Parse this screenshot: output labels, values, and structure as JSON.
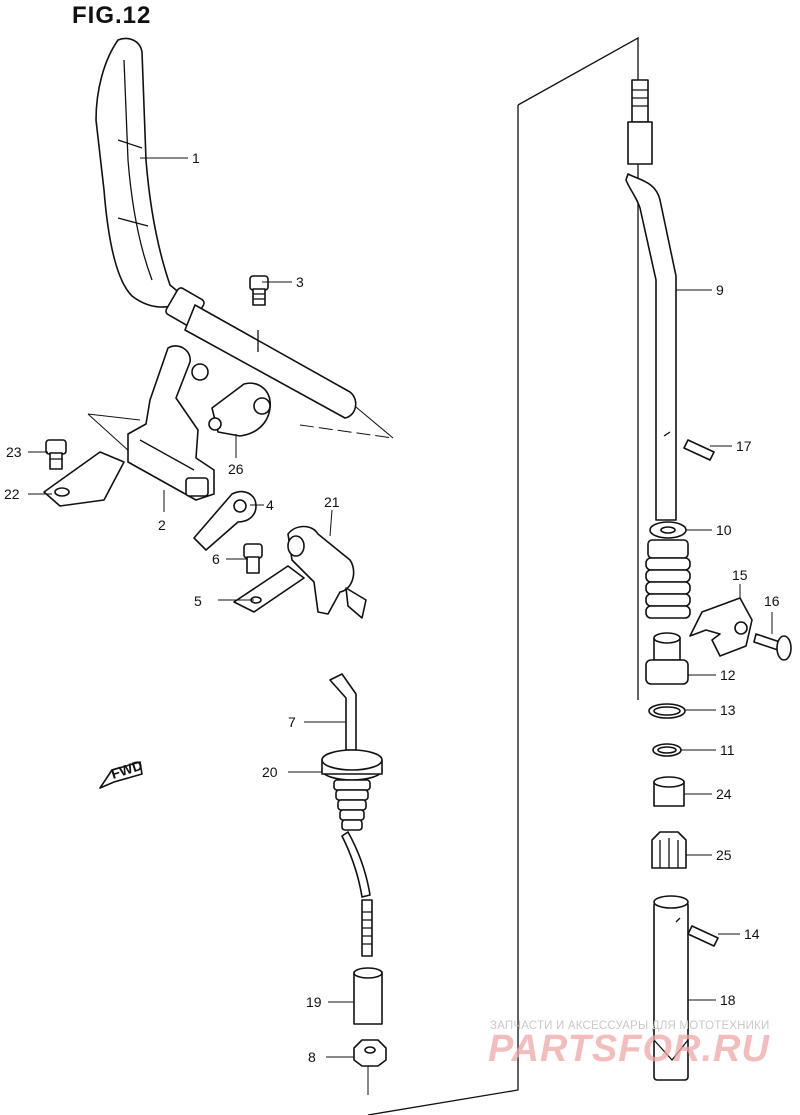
{
  "figure": {
    "title": "FIG.12"
  },
  "callouts": [
    {
      "id": "callout-1",
      "number": "1"
    },
    {
      "id": "callout-2",
      "number": "2"
    },
    {
      "id": "callout-3",
      "number": "3"
    },
    {
      "id": "callout-4",
      "number": "4"
    },
    {
      "id": "callout-5",
      "number": "5"
    },
    {
      "id": "callout-6",
      "number": "6"
    },
    {
      "id": "callout-7",
      "number": "7"
    },
    {
      "id": "callout-8",
      "number": "8"
    },
    {
      "id": "callout-9",
      "number": "9"
    },
    {
      "id": "callout-10",
      "number": "10"
    },
    {
      "id": "callout-11",
      "number": "11"
    },
    {
      "id": "callout-12",
      "number": "12"
    },
    {
      "id": "callout-13",
      "number": "13"
    },
    {
      "id": "callout-14",
      "number": "14"
    },
    {
      "id": "callout-15",
      "number": "15"
    },
    {
      "id": "callout-16",
      "number": "16"
    },
    {
      "id": "callout-17",
      "number": "17"
    },
    {
      "id": "callout-18",
      "number": "18"
    },
    {
      "id": "callout-19",
      "number": "19"
    },
    {
      "id": "callout-20",
      "number": "20"
    },
    {
      "id": "callout-21",
      "number": "21"
    },
    {
      "id": "callout-22",
      "number": "22"
    },
    {
      "id": "callout-23",
      "number": "23"
    },
    {
      "id": "callout-24",
      "number": "24"
    },
    {
      "id": "callout-25",
      "number": "25"
    },
    {
      "id": "callout-26",
      "number": "26"
    }
  ],
  "direction_marker": {
    "label": "FWD"
  },
  "watermark": {
    "caption": "ЗАПЧАСТИ И АКСЕССУАРЫ ДЛЯ МОТОТЕХНИКИ",
    "brand": "PARTSFOR.RU"
  }
}
